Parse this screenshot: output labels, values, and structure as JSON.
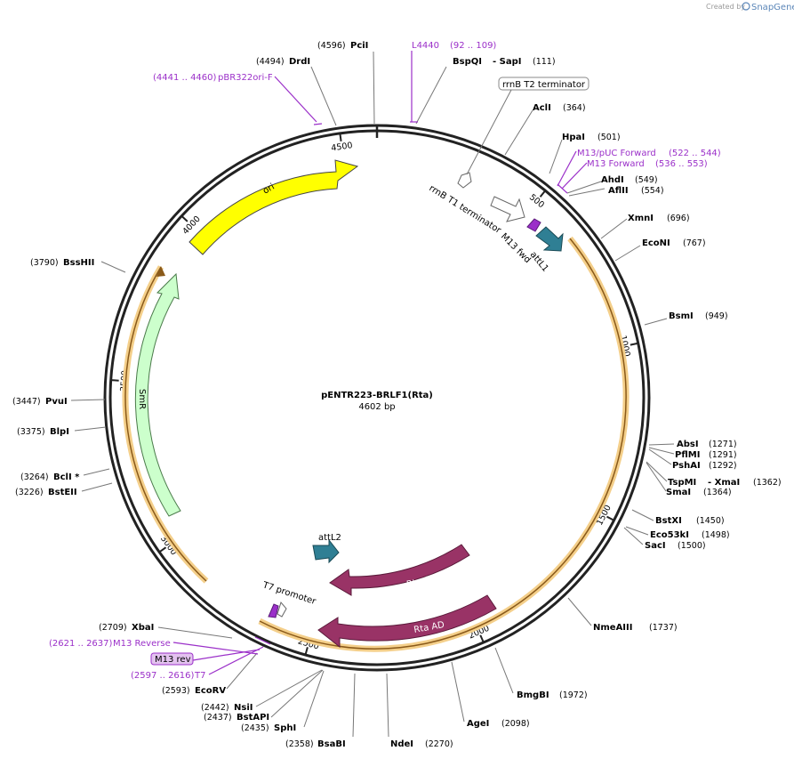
{
  "header": {
    "credit": "Created by",
    "brand": "SnapGene"
  },
  "plasmid": {
    "name": "pENTR223-BRLF1(Rta)",
    "size_label": "4602 bp",
    "total_bp": 4602
  },
  "ticks": [
    {
      "bp": 500,
      "label": "500"
    },
    {
      "bp": 1000,
      "label": "1000"
    },
    {
      "bp": 1500,
      "label": "1500"
    },
    {
      "bp": 2000,
      "label": "2000"
    },
    {
      "bp": 2500,
      "label": "2500"
    },
    {
      "bp": 3000,
      "label": "3000"
    },
    {
      "bp": 3500,
      "label": "3500"
    },
    {
      "bp": 4000,
      "label": "4000"
    },
    {
      "bp": 4500,
      "label": "4500"
    }
  ],
  "enzymes": [
    {
      "id": "pcii",
      "name": "PciI",
      "pos": "(4596)"
    },
    {
      "id": "drdi",
      "name": "DrdI",
      "pos": "(4494)"
    },
    {
      "id": "bspqi",
      "name": "BspQI",
      "extra": "- SapI",
      "pos": "(111)"
    },
    {
      "id": "acli",
      "name": "AclI",
      "pos": "(364)"
    },
    {
      "id": "hpai",
      "name": "HpaI",
      "pos": "(501)"
    },
    {
      "id": "ahdi",
      "name": "AhdI",
      "pos": "(549)"
    },
    {
      "id": "aflii",
      "name": "AflII",
      "pos": "(554)"
    },
    {
      "id": "xmni",
      "name": "XmnI",
      "pos": "(696)"
    },
    {
      "id": "econi",
      "name": "EcoNI",
      "pos": "(767)"
    },
    {
      "id": "bsmi",
      "name": "BsmI",
      "pos": "(949)"
    },
    {
      "id": "absi",
      "name": "AbsI",
      "pos": "(1271)"
    },
    {
      "id": "pflmi",
      "name": "PflMI",
      "pos": "(1291)"
    },
    {
      "id": "pshai",
      "name": "PshAI",
      "pos": "(1292)"
    },
    {
      "id": "tspmi",
      "name": "TspMI",
      "extra": "- XmaI",
      "pos": "(1362)"
    },
    {
      "id": "smai",
      "name": "SmaI",
      "pos": "(1364)"
    },
    {
      "id": "bstxi",
      "name": "BstXI",
      "pos": "(1450)"
    },
    {
      "id": "eco53ki",
      "name": "Eco53kI",
      "pos": "(1498)"
    },
    {
      "id": "saci",
      "name": "SacI",
      "pos": "(1500)"
    },
    {
      "id": "nmeaiii",
      "name": "NmeAIII",
      "pos": "(1737)"
    },
    {
      "id": "bmgbi",
      "name": "BmgBI",
      "pos": "(1972)"
    },
    {
      "id": "agei",
      "name": "AgeI",
      "pos": "(2098)"
    },
    {
      "id": "ndei",
      "name": "NdeI",
      "pos": "(2270)"
    },
    {
      "id": "bsabi",
      "name": "BsaBI",
      "pos": "(2358)"
    },
    {
      "id": "sphi",
      "name": "SphI",
      "pos": "(2435)"
    },
    {
      "id": "bstapi",
      "name": "BstAPI",
      "pos": "(2437)"
    },
    {
      "id": "nsii",
      "name": "NsiI",
      "pos": "(2442)"
    },
    {
      "id": "ecorv",
      "name": "EcoRV",
      "pos": "(2593)"
    },
    {
      "id": "xbai",
      "name": "XbaI",
      "pos": "(2709)"
    },
    {
      "id": "bstEII",
      "name": "BstEII",
      "pos": "(3226)"
    },
    {
      "id": "bcli",
      "name": "BclI *",
      "pos": "(3264)"
    },
    {
      "id": "blpi",
      "name": "BlpI",
      "pos": "(3375)"
    },
    {
      "id": "pvui",
      "name": "PvuI",
      "pos": "(3447)"
    },
    {
      "id": "bsshii",
      "name": "BssHII",
      "pos": "(3790)"
    }
  ],
  "primers": [
    {
      "id": "l4440",
      "name": "L4440",
      "range": "(92 .. 109)"
    },
    {
      "id": "pbr322ori",
      "name": "pBR322ori-F",
      "range": "(4441 .. 4460)"
    },
    {
      "id": "m13puc",
      "name": "M13/pUC Forward",
      "range": "(522 .. 544)"
    },
    {
      "id": "m13fwd",
      "name": "M13 Forward",
      "range": "(536 .. 553)"
    },
    {
      "id": "m13rev",
      "name": "M13 Reverse",
      "range": "(2621 .. 2637)"
    },
    {
      "id": "m13revbox",
      "name": "M13 rev"
    },
    {
      "id": "t7",
      "name": "T7",
      "range": "(2597 .. 2616)"
    }
  ],
  "features": [
    {
      "id": "rrnb-t2",
      "name": "rrnB T2 terminator"
    },
    {
      "id": "rrnb-t1",
      "name": "rrnB T1 terminator"
    },
    {
      "id": "m13-fwd-feat",
      "name": "M13 fwd"
    },
    {
      "id": "attl1",
      "name": "attL1"
    },
    {
      "id": "ori",
      "name": "ori"
    },
    {
      "id": "smr",
      "name": "SmR"
    },
    {
      "id": "attl2",
      "name": "attL2"
    },
    {
      "id": "rta1",
      "name": "Rta AD"
    },
    {
      "id": "rta2",
      "name": "Rta AD"
    },
    {
      "id": "t7-prom",
      "name": "T7 promoter"
    }
  ],
  "colors": {
    "backbone": "#222222",
    "ori": "#ffff00",
    "smr": "#ccffcc",
    "attl": "#2f7f94",
    "rta": "#993366",
    "orf_band": "#f2c27a",
    "primer": "#9b30c9"
  }
}
